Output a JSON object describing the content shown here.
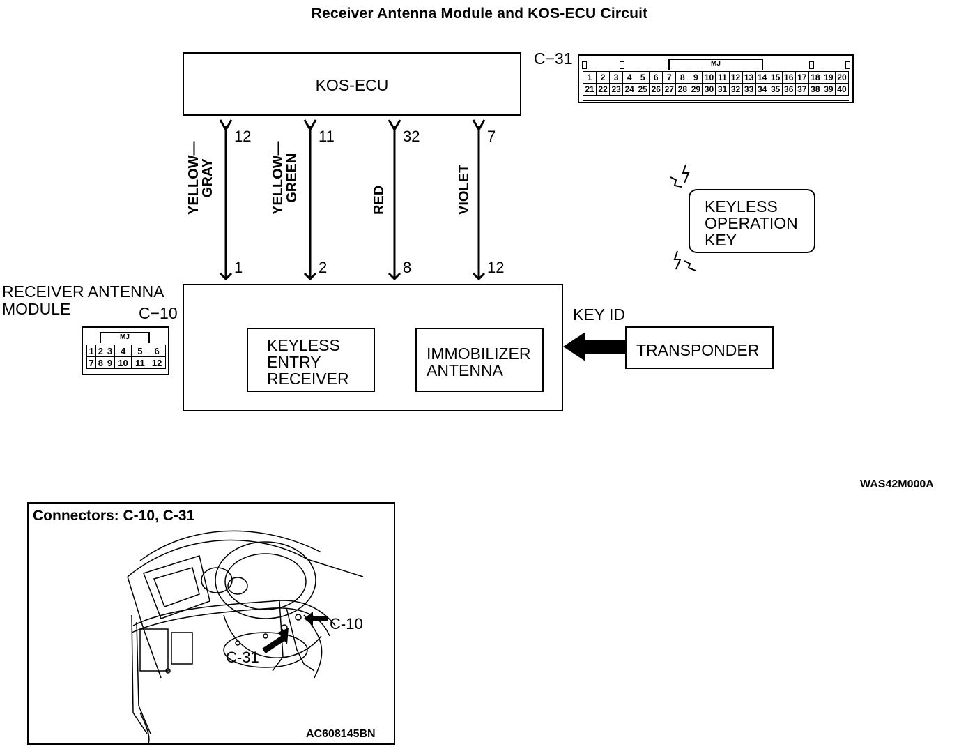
{
  "title": "Receiver Antenna  Module and KOS-ECU Circuit",
  "kos_ecu": {
    "label": "KOS-ECU",
    "connector": "C−31"
  },
  "c31_grid": {
    "tag": "MJ",
    "row1": [
      "1",
      "2",
      "3",
      "4",
      "5",
      "6",
      "7",
      "8",
      "9",
      "10",
      "11",
      "12",
      "13",
      "14",
      "15",
      "16",
      "17",
      "18",
      "19",
      "20"
    ],
    "row2": [
      "21",
      "22",
      "23",
      "24",
      "25",
      "26",
      "27",
      "28",
      "29",
      "30",
      "31",
      "32",
      "33",
      "34",
      "35",
      "36",
      "37",
      "38",
      "39",
      "40"
    ]
  },
  "wires": [
    {
      "color": "YELLOW—\nGRAY",
      "ecu_pin": "12",
      "module_pin": "1"
    },
    {
      "color": "YELLOW—\nGREEN",
      "ecu_pin": "11",
      "module_pin": "2"
    },
    {
      "color": "RED",
      "ecu_pin": "32",
      "module_pin": "8"
    },
    {
      "color": "VIOLET",
      "ecu_pin": "7",
      "module_pin": "12"
    }
  ],
  "keyless_key": {
    "line1": "KEYLESS",
    "line2": "OPERATION",
    "line3": "KEY"
  },
  "module": {
    "line1": "RECEIVER ANTENNA",
    "line2": "MODULE",
    "connector": "C−10"
  },
  "c10_grid": {
    "tag": "MJ",
    "row1": [
      "1",
      "2",
      "3",
      "4",
      "5",
      "6"
    ],
    "row2": [
      "7",
      "8",
      "9",
      "10",
      "11",
      "12"
    ]
  },
  "keyless_receiver": {
    "line1": "KEYLESS",
    "line2": "ENTRY",
    "line3": "RECEIVER"
  },
  "immobilizer": {
    "line1": "IMMOBILIZER",
    "line2": "ANTENNA"
  },
  "key_id": "KEY ID",
  "transponder": "TRANSPONDER",
  "diagram_code": "WAS42M000A",
  "inset": {
    "title": "Connectors: C-10, C-31",
    "callout_c10": "C-10",
    "callout_c31": "C-31",
    "code": "AC608145BN"
  }
}
